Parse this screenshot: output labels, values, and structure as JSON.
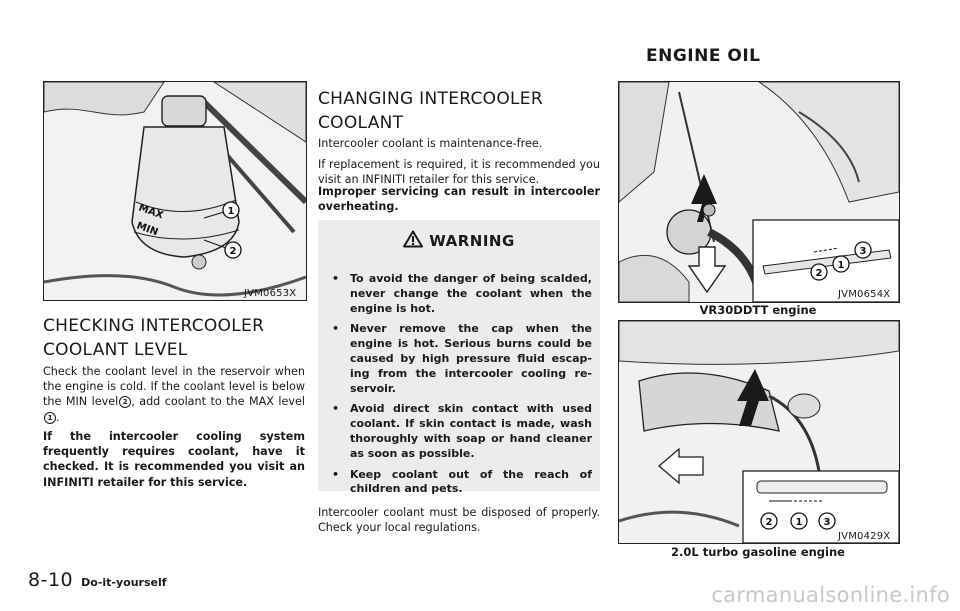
{
  "header": {
    "section_title": "ENGINE OIL"
  },
  "figures": {
    "fig1": {
      "code": "JVM0653X",
      "labels": [
        "MAX",
        "MIN",
        "1",
        "2"
      ]
    },
    "fig2": {
      "code": "JVM0654X",
      "caption": "VR30DDTT engine",
      "labels": [
        "2",
        "1",
        "3"
      ]
    },
    "fig3": {
      "code": "JVM0429X",
      "caption": "2.0L turbo gasoline engine",
      "labels": [
        "2",
        "1",
        "3"
      ]
    }
  },
  "checking": {
    "heading_line1": "CHECKING INTERCOOLER",
    "heading_line2": "COOLANT LEVEL",
    "p1_a": "Check the coolant level in the reservoir when the engine is cold. If the coolant level is below the MIN level",
    "p1_marker_min": "2",
    "p1_b": ", add coolant to the MAX level",
    "p1_marker_max": "1",
    "p1_c": ".",
    "p2": "If the intercooler cooling system frequently requires coolant, have it checked. It is recommended you visit an INFINITI retailer for this service."
  },
  "changing": {
    "heading_line1": "CHANGING INTERCOOLER",
    "heading_line2": "COOLANT",
    "p1": "Intercooler coolant is maintenance-free.",
    "p2": "If replacement is required, it is recommended you visit an INFINITI retailer for this service.",
    "p3": "Improper servicing can result in intercooler overheating.",
    "p4": "Intercooler coolant must be disposed of properly. Check your local regulations."
  },
  "warning": {
    "title": "WARNING",
    "bullet": "•",
    "items": [
      "To avoid the danger of being scalded, never change the coolant when the engine is hot.",
      "Never remove the cap when the engine is hot. Serious burns could be caused by high pressure fluid escap-ing from the intercooler cooling re-servoir.",
      "Avoid direct skin contact with used coolant. If skin contact is made, wash thoroughly with soap or hand cleaner as soon as possible.",
      "Keep coolant out of the reach of children and pets."
    ]
  },
  "footer": {
    "page_number": "8-10",
    "section": "Do-it-yourself"
  },
  "watermark": "carmanualsonline.info"
}
